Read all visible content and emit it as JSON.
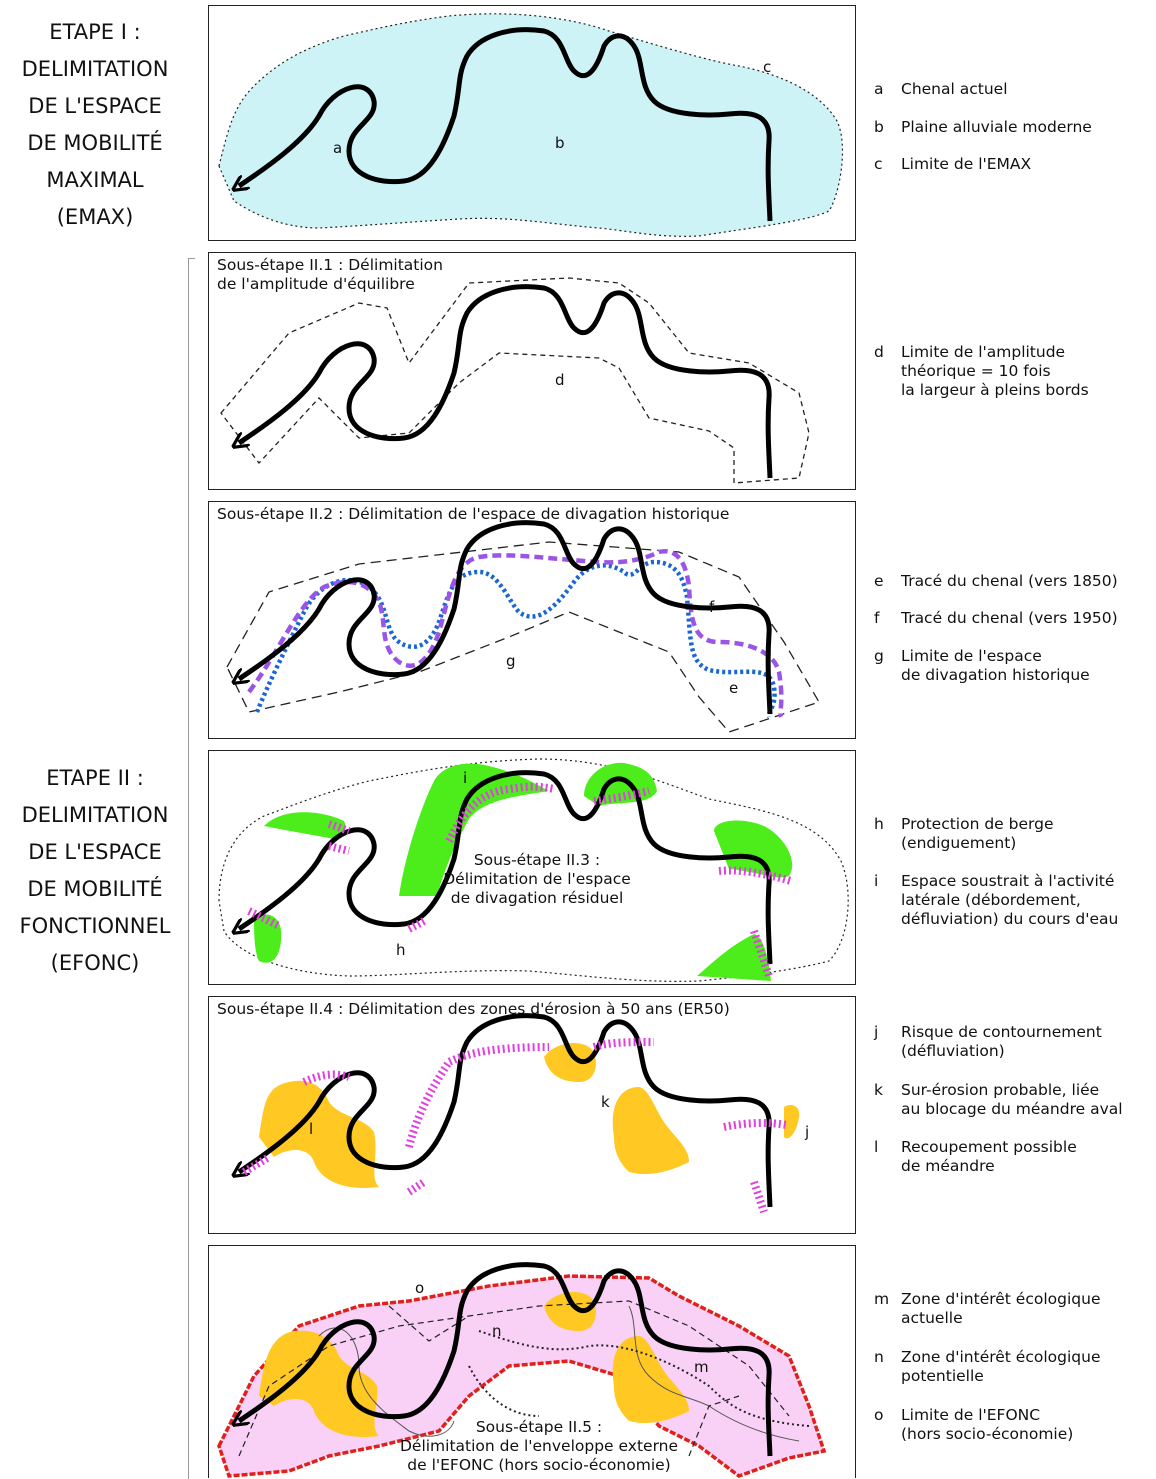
{
  "stage1": {
    "title_lines": [
      "ETAPE I :",
      "DELIMITATION",
      "DE L'ESPACE",
      "DE MOBILITÉ",
      "MAXIMAL",
      "(EMAX)"
    ]
  },
  "stage2": {
    "title_lines": [
      "ETAPE II :",
      "DELIMITATION",
      "DE L'ESPACE",
      "DE MOBILITÉ",
      "FONCTIONNEL",
      "(EFONC)"
    ]
  },
  "panels": {
    "p1": {
      "letters": {
        "a": "a",
        "b": "b",
        "c": "c"
      }
    },
    "p21": {
      "title_lines": [
        "Sous-étape II.1 : Délimitation",
        "de l'amplitude d'équilibre"
      ],
      "letters": {
        "d": "d"
      }
    },
    "p22": {
      "title": "Sous-étape II.2 : Délimitation de l'espace de divagation historique",
      "letters": {
        "e": "e",
        "f": "f",
        "g": "g"
      }
    },
    "p23": {
      "center_lines": [
        "Sous-étape II.3 :",
        "Délimitation de l'espace",
        "de divagation résiduel"
      ],
      "letters": {
        "h": "h",
        "i": "i"
      }
    },
    "p24": {
      "title": "Sous-étape II.4 : Délimitation des zones d'érosion à 50 ans (ER50)",
      "letters": {
        "j": "j",
        "k": "k",
        "l": "l"
      }
    },
    "p25": {
      "center_lines": [
        "Sous-étape II.5 :",
        "Délimitation de l'enveloppe externe",
        "de l'EFONC (hors socio-économie)"
      ],
      "letters": {
        "m": "m",
        "n": "n",
        "o": "o"
      }
    }
  },
  "legend": [
    {
      "key": "a",
      "lines": [
        "Chenal actuel"
      ]
    },
    {
      "key": "b",
      "lines": [
        "Plaine alluviale moderne"
      ]
    },
    {
      "key": "c",
      "lines": [
        "Limite de l'EMAX"
      ]
    },
    {
      "key": "d",
      "lines": [
        "Limite de l'amplitude",
        "théorique = 10 fois",
        "la largeur à pleins bords"
      ]
    },
    {
      "key": "e",
      "lines": [
        "Tracé du chenal (vers 1850)"
      ]
    },
    {
      "key": "f",
      "lines": [
        "Tracé du chenal (vers 1950)"
      ]
    },
    {
      "key": "g",
      "lines": [
        "Limite de l'espace",
        "de divagation historique"
      ]
    },
    {
      "key": "h",
      "lines": [
        "Protection de berge",
        "(endiguement)"
      ]
    },
    {
      "key": "i",
      "lines": [
        "Espace soustrait à l'activité",
        "latérale (débordement,",
        "défluviation) du cours d'eau"
      ]
    },
    {
      "key": "j",
      "lines": [
        "Risque de contournement",
        "(défluviation)"
      ]
    },
    {
      "key": "k",
      "lines": [
        "Sur-érosion probable, liée",
        "au blocage du méandre aval"
      ]
    },
    {
      "key": "l",
      "lines": [
        "Recoupement possible",
        "de méandre"
      ]
    },
    {
      "key": "m",
      "lines": [
        "Zone d'intérêt écologique",
        "actuelle"
      ]
    },
    {
      "key": "n",
      "lines": [
        "Zone d'intérêt écologique",
        "potentielle"
      ]
    },
    {
      "key": "o",
      "lines": [
        "Limite de l'EFONC",
        "(hors socio-économie)"
      ]
    }
  ],
  "colors": {
    "plain": "#cdf3f7",
    "green": "#4ded1c",
    "hatch": "#e040e0",
    "yellow": "#ffc823",
    "pink": "#f9d1f7",
    "efonc": "#e0201a",
    "blue": "#1a66d6",
    "purple": "#9a55e6"
  }
}
